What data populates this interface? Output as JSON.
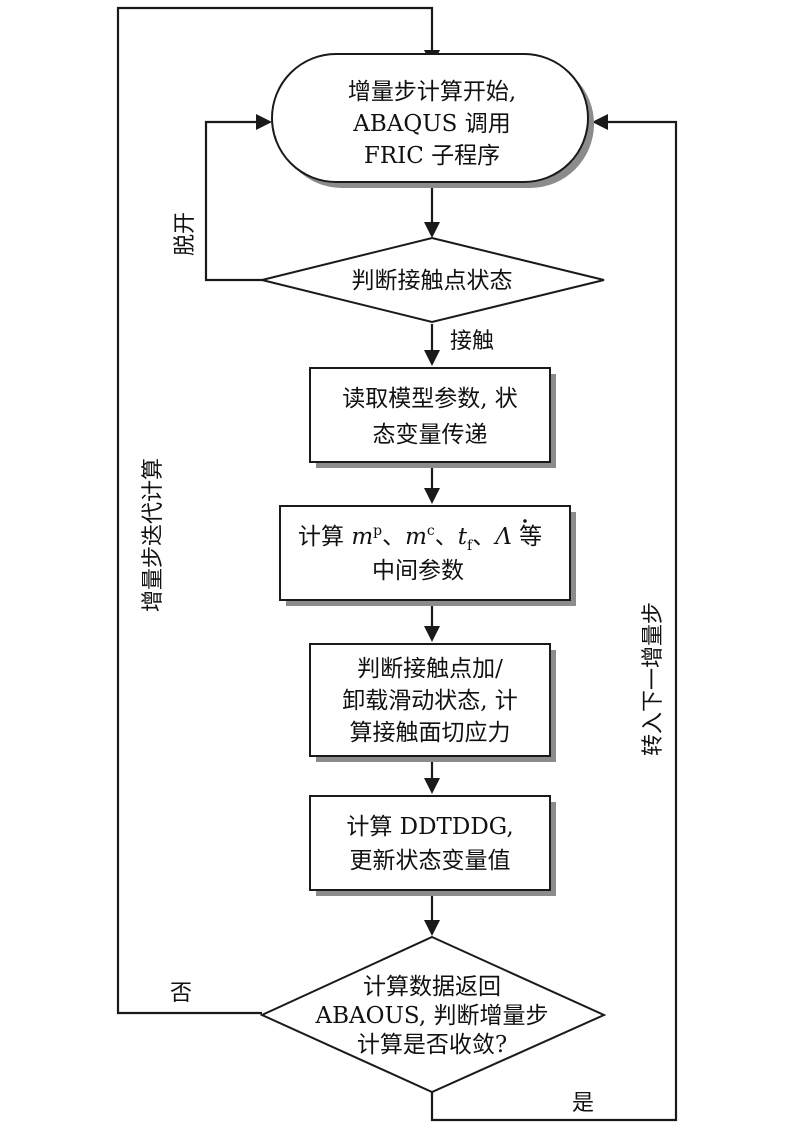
{
  "nodes": {
    "start": {
      "lines": [
        "增量步计算开始,",
        "ABAQUS 调用",
        "FRIC 子程序"
      ]
    },
    "judge_contact": {
      "lines": [
        "判断接触点状态"
      ]
    },
    "read_params": {
      "lines": [
        "读取模型参数, 状",
        "态变量传递"
      ]
    },
    "compute_mid": {
      "prefix": "计算 ",
      "m": "m",
      "p_sup": "p",
      "sep1": "、",
      "c_sup": "c",
      "sep2": "、",
      "t": "t",
      "f_sub": "f",
      "sep3": "、",
      "lambda": "Λ",
      "suffix": " 等",
      "line2": "中间参数"
    },
    "judge_slide": {
      "lines": [
        "判断接触点加/",
        "卸载滑动状态, 计",
        "算接触面切应力"
      ]
    },
    "compute_ddtddg": {
      "lines": [
        "计算 DDTDDG,",
        "更新状态变量值"
      ]
    },
    "converge": {
      "lines": [
        "计算数据返回",
        "ABAOUS, 判断增量步",
        "计算是否收敛?"
      ]
    }
  },
  "edge_labels": {
    "detach": "脱开",
    "contact": "接触",
    "no": "否",
    "yes": "是",
    "iterate": "增量步迭代计算",
    "next_step": "转入下一增量步"
  }
}
